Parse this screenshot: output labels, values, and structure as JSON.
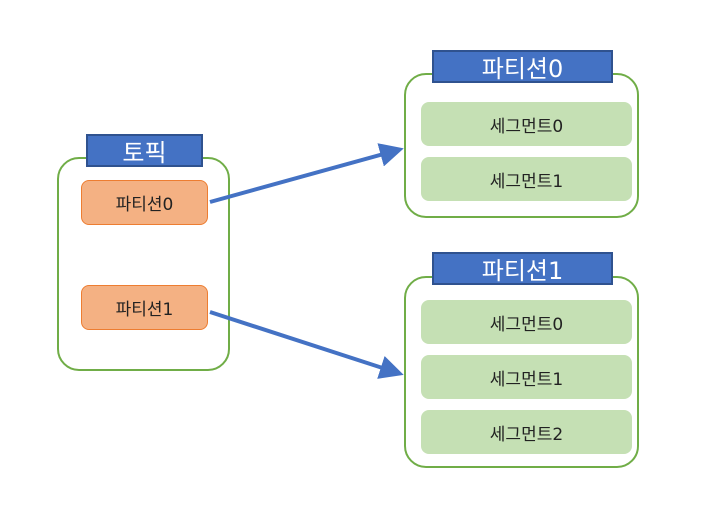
{
  "topic": {
    "title": "토픽",
    "partitions": [
      "파티션0",
      "파티션1"
    ]
  },
  "partition_groups": [
    {
      "title": "파티션0",
      "segments": [
        "세그먼트0",
        "세그먼트1"
      ]
    },
    {
      "title": "파티션1",
      "segments": [
        "세그먼트0",
        "세그먼트1",
        "세그먼트2"
      ]
    }
  ],
  "colors": {
    "title_fill": "#4472c4",
    "container_border": "#70ad47",
    "partition_fill": "#f4b183",
    "segment_fill": "#c5e0b4",
    "arrow": "#4472c4"
  }
}
